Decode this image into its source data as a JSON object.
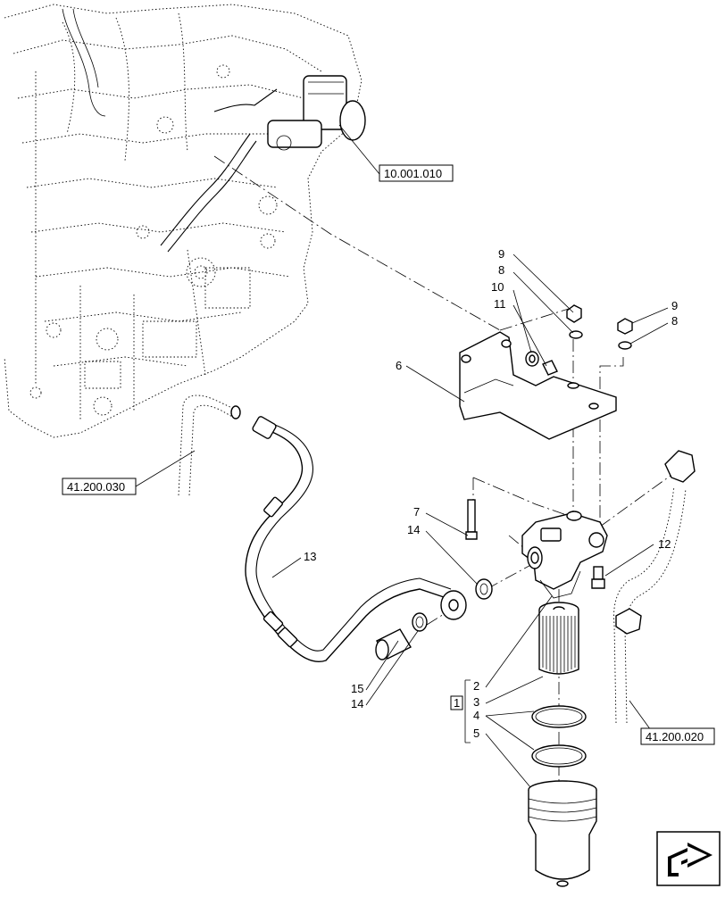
{
  "references": {
    "engine": "10.001.010",
    "hose_left": "41.200.030",
    "hose_right": "41.200.020"
  },
  "callouts": {
    "c1": "1",
    "c2": "2",
    "c3": "3",
    "c4": "4",
    "c5": "5",
    "c6": "6",
    "c7": "7",
    "c8a": "8",
    "c8b": "8",
    "c9a": "9",
    "c9b": "9",
    "c10": "10",
    "c11": "11",
    "c12": "12",
    "c13": "13",
    "c14a": "14",
    "c14b": "14",
    "c15": "15"
  },
  "icons": {
    "navigation": "next-page-arrow-icon"
  }
}
